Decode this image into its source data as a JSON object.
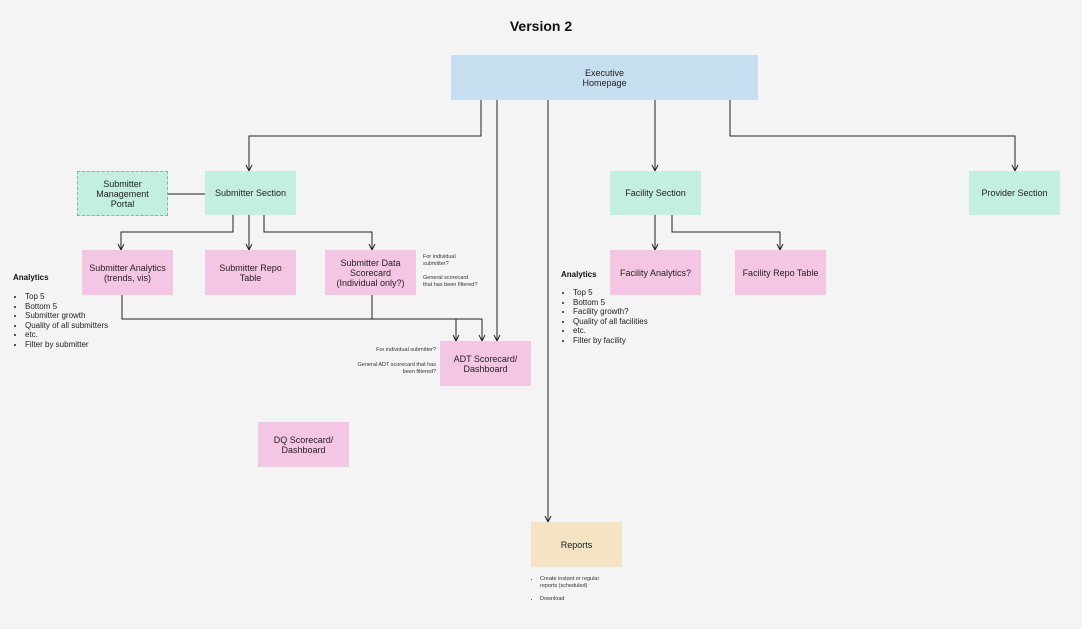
{
  "title": "Version 2",
  "nodes": {
    "executive": "Executive\nHomepage",
    "submitter_section": "Submitter Section",
    "submitter_portal": "Submitter\nManagement Portal",
    "facility_section": "Facility Section",
    "provider_section": "Provider Section",
    "submitter_analytics": "Submitter Analytics\n(trends, vis)",
    "submitter_repo": "Submitter Repo\nTable",
    "submitter_scorecard": "Submitter Data\nScorecard\n(Individual only?)",
    "facility_analytics": "Facility Analytics?",
    "facility_repo": "Facility Repo Table",
    "adt_scorecard": "ADT Scorecard/\nDashboard",
    "dq_scorecard": "DQ Scorecard/\nDashboard",
    "reports": "Reports"
  },
  "notes": {
    "scorecard_individual": "For individual\nsubmitter?",
    "scorecard_general": "General scorecard\nthat has been filtered?",
    "adt_individual": "For individual submitter?",
    "adt_general": "General ADT scorecard that has\nbeen filtered?"
  },
  "submitter_analytics_notes": {
    "heading": "Analytics",
    "items": [
      "Top 5",
      "Bottom 5",
      "Submitter growth",
      "Quality of all submitters",
      "etc.",
      "Filter by submitter"
    ]
  },
  "facility_analytics_notes": {
    "heading": "Analytics",
    "items": [
      "Top 5",
      "Bottom 5",
      "Facility growth?",
      "Quality of all facilities",
      "etc.",
      "Filter by facility"
    ]
  },
  "reports_notes": {
    "items": [
      "Create instant or regular\nreports (scheduled)",
      "Download"
    ]
  },
  "colors": {
    "executive": "#c5def0",
    "section": "#c2efdf",
    "detail": "#f5c6e4",
    "reports": "#f4e4c3",
    "line": "#222222"
  }
}
